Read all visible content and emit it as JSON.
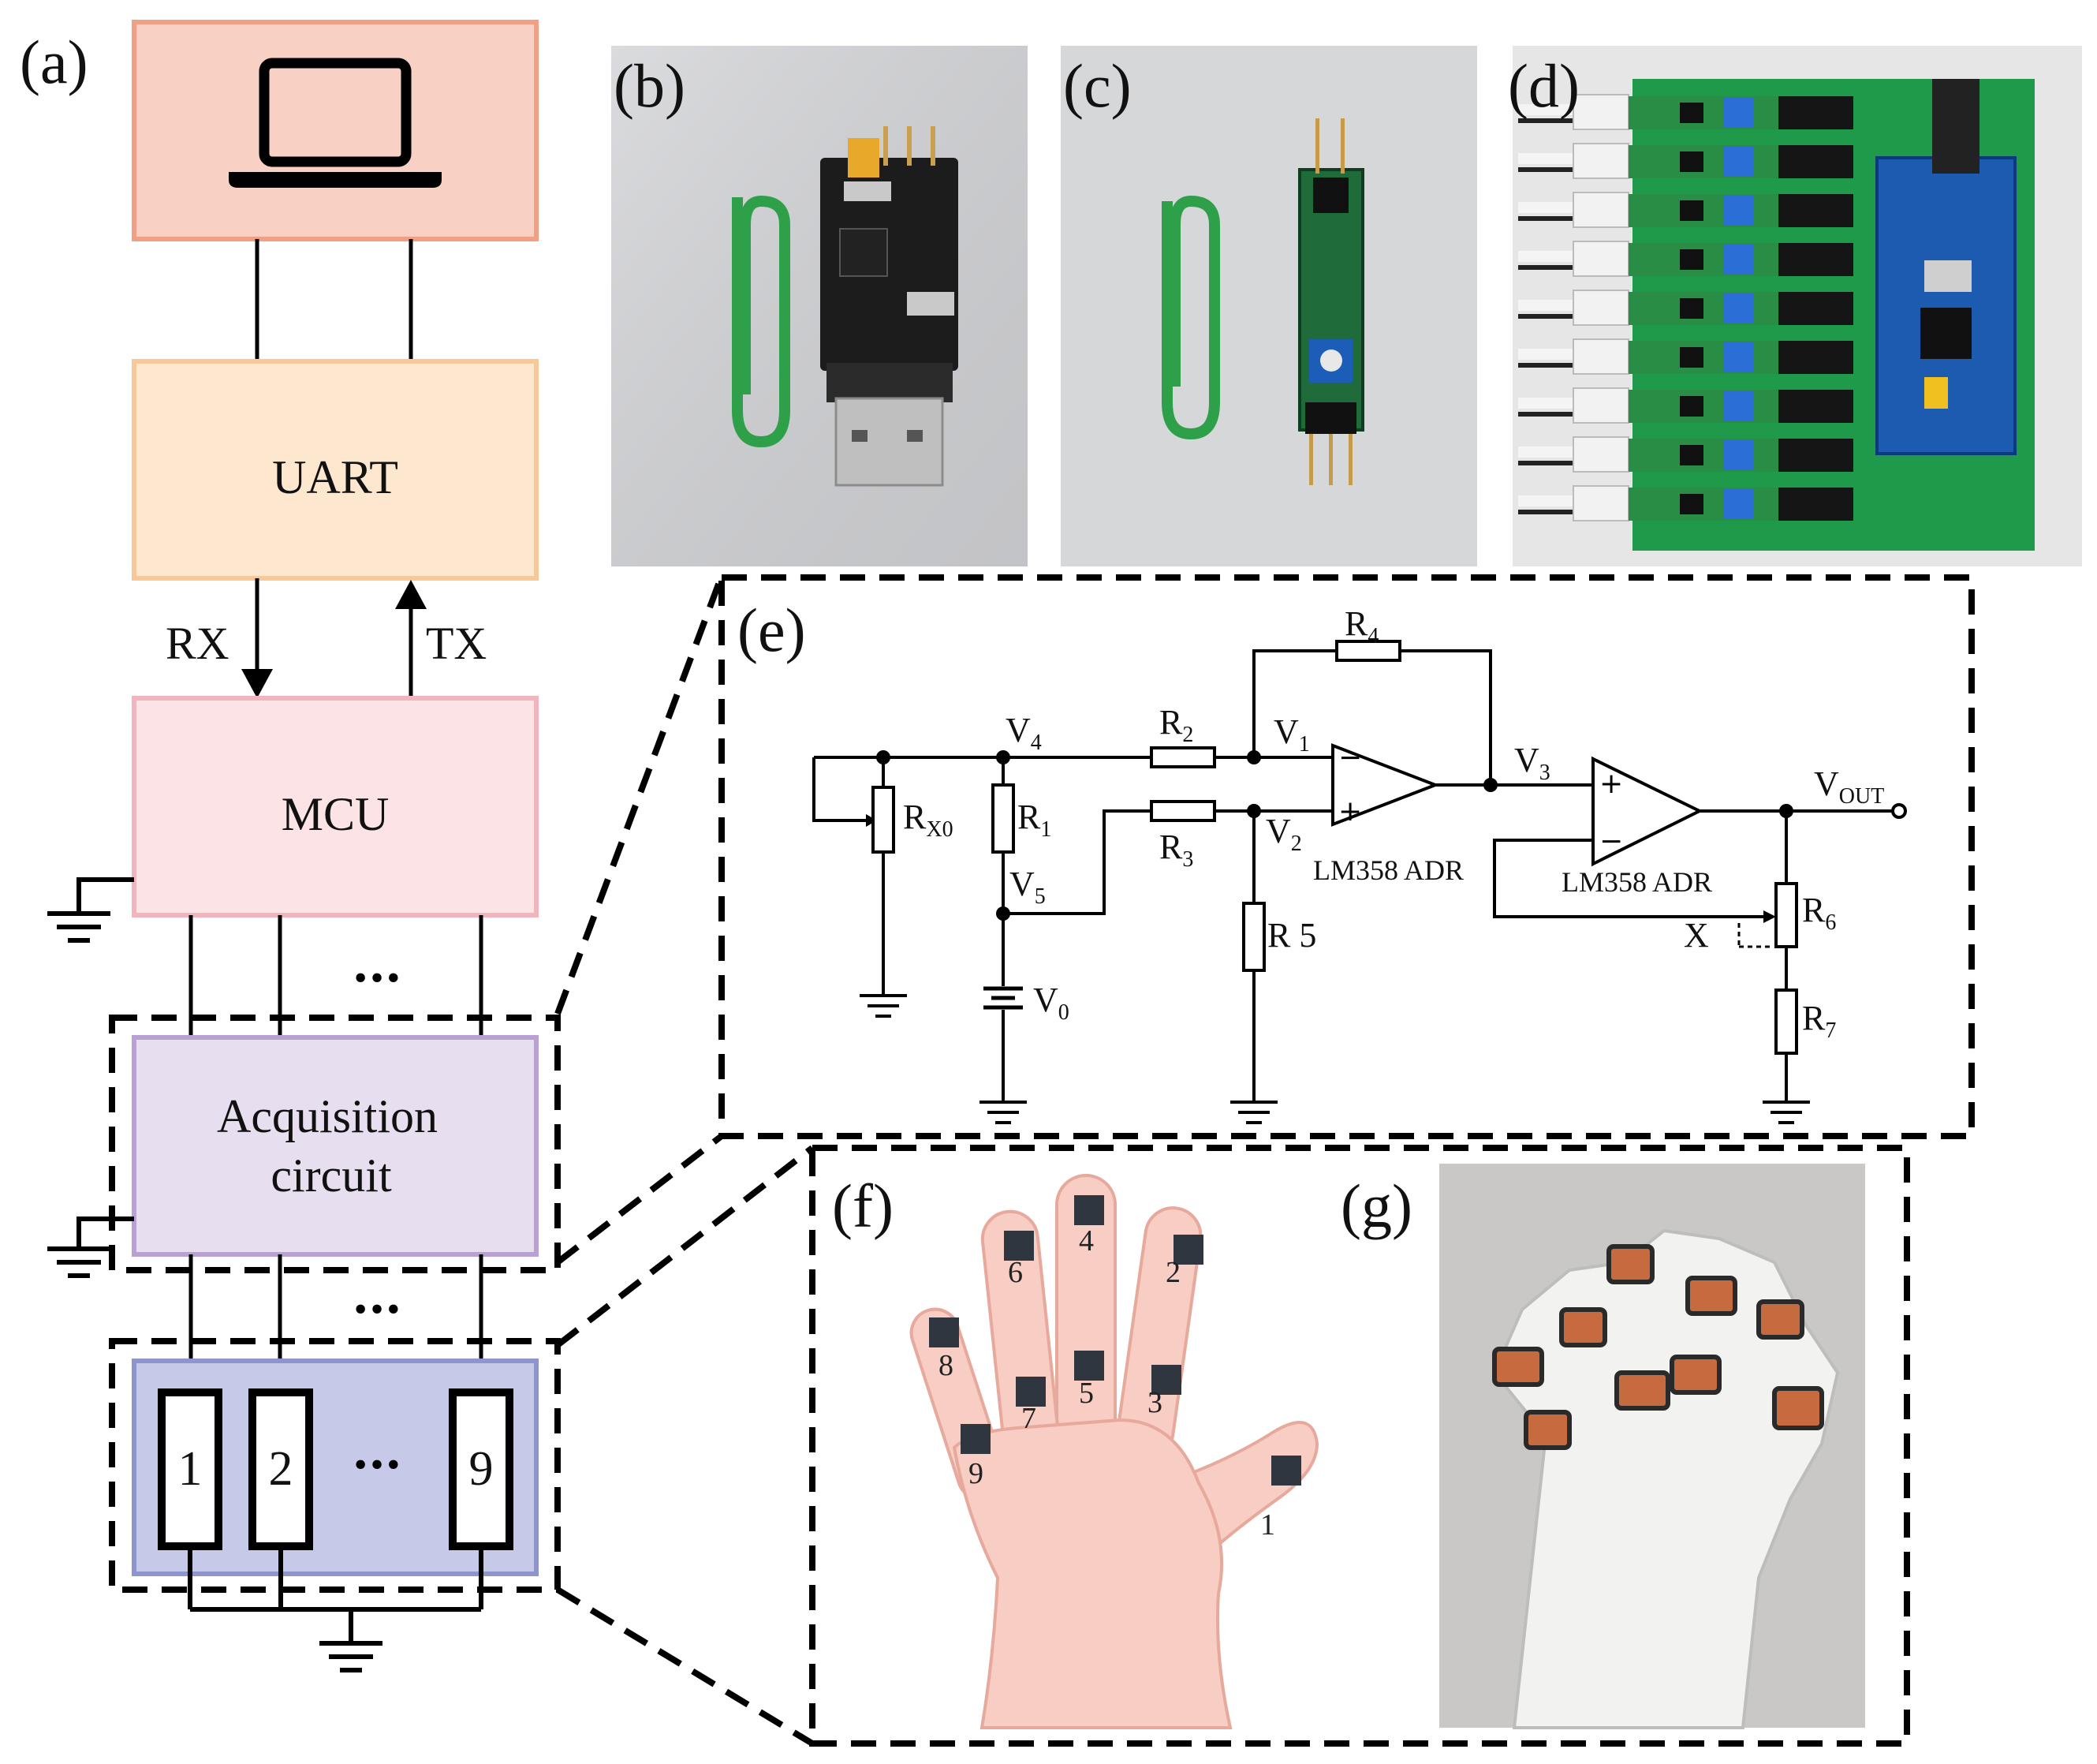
{
  "panels": {
    "a": "(a)",
    "b": "(b)",
    "c": "(c)",
    "d": "(d)",
    "e": "(e)",
    "f": "(f)",
    "g": "(g)"
  },
  "block_diagram": {
    "uart": "UART",
    "rx": "RX",
    "tx": "TX",
    "mcu": "MCU",
    "acquisition_line1": "Acquisition",
    "acquisition_line2": "circuit",
    "ellipsis": "•••",
    "sensors": [
      "1",
      "2",
      "9"
    ],
    "icons": [
      "laptop-icon",
      "ground-icon"
    ],
    "colors": {
      "laptop_box": "#f9d0c4",
      "laptop_border": "#f2a085",
      "uart_box": "#fde7cf",
      "uart_border": "#f7c89a",
      "mcu_box": "#fbe3e6",
      "mcu_border": "#f2b5be",
      "acq_box": "#e7def0",
      "acq_border": "#b9a2d3",
      "sensor_box": "#c6c9e7",
      "sensor_border": "#8d95cc"
    }
  },
  "circuit": {
    "R4": "R",
    "R4_sub": "4",
    "R2": "R",
    "R2_sub": "2",
    "R3": "R",
    "R3_sub": "3",
    "Rx0": "R",
    "Rx0_sub": "X0",
    "R1": "R",
    "R1_sub": "1",
    "R5": "R 5",
    "R6": "R",
    "R6_sub": "6",
    "R7": "R",
    "R7_sub": "7",
    "V1": "V",
    "V1_sub": "1",
    "V2": "V",
    "V2_sub": "2",
    "V3": "V",
    "V3_sub": "3",
    "V4": "V",
    "V4_sub": "4",
    "V5": "V",
    "V5_sub": "5",
    "V0": "V",
    "V0_sub": "0",
    "Vout": "V",
    "Vout_sub": "OUT",
    "opamp1": "LM358 ADR",
    "opamp2": "LM358 ADR",
    "x": "X",
    "plus": "+",
    "minus": "−"
  },
  "hand": {
    "sensor_numbers": [
      "1",
      "2",
      "3",
      "4",
      "5",
      "6",
      "7",
      "8",
      "9"
    ]
  }
}
